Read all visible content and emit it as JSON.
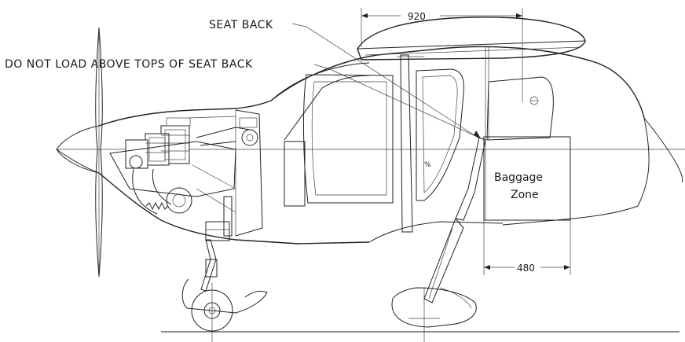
{
  "labels": {
    "seat_back": "SEAT BACK",
    "do_not_load": "DO NOT LOAD ABOVE TOPS OF SEAT BACK",
    "baggage_zone_line1": "Baggage",
    "baggage_zone_line2": "Zone"
  },
  "dimensions": {
    "top_width": "920",
    "baggage_depth": "480"
  }
}
